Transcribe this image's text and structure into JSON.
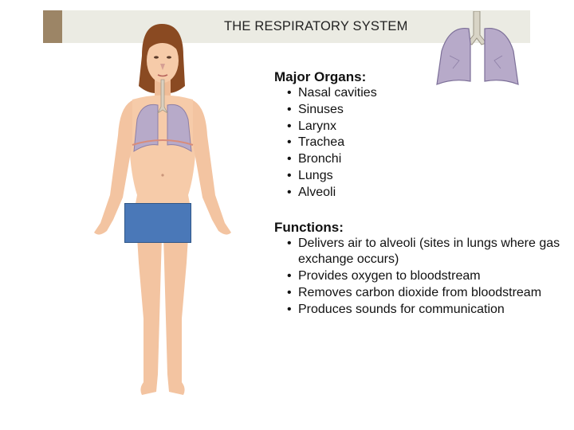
{
  "slide": {
    "title": "THE RESPIRATORY SYSTEM"
  },
  "major_organs": {
    "heading": "Major Organs:",
    "items": [
      {
        "label": "Nasal cavities"
      },
      {
        "label": "Sinuses"
      },
      {
        "label": "Larynx"
      },
      {
        "label": "Trachea"
      },
      {
        "label": "Bronchi"
      },
      {
        "label": "Lungs"
      },
      {
        "label": "Alveoli"
      }
    ]
  },
  "functions": {
    "heading": "Functions:",
    "items": [
      {
        "label": "Delivers air to alveoli (sites in lungs where gas exchange occurs)"
      },
      {
        "label": "Provides oxygen to bloodstream"
      },
      {
        "label": "Removes carbon dioxide from bloodstream"
      },
      {
        "label": "Produces sounds for communication"
      }
    ]
  },
  "bullet_glyph": "•",
  "colors": {
    "title_bar": "#ebebe3",
    "accent_bar": "#9c8566",
    "skin": "#f6cba9",
    "hair": "#8a4a22",
    "lung": "#b7aac9",
    "censor_box": "#4a78b8"
  }
}
